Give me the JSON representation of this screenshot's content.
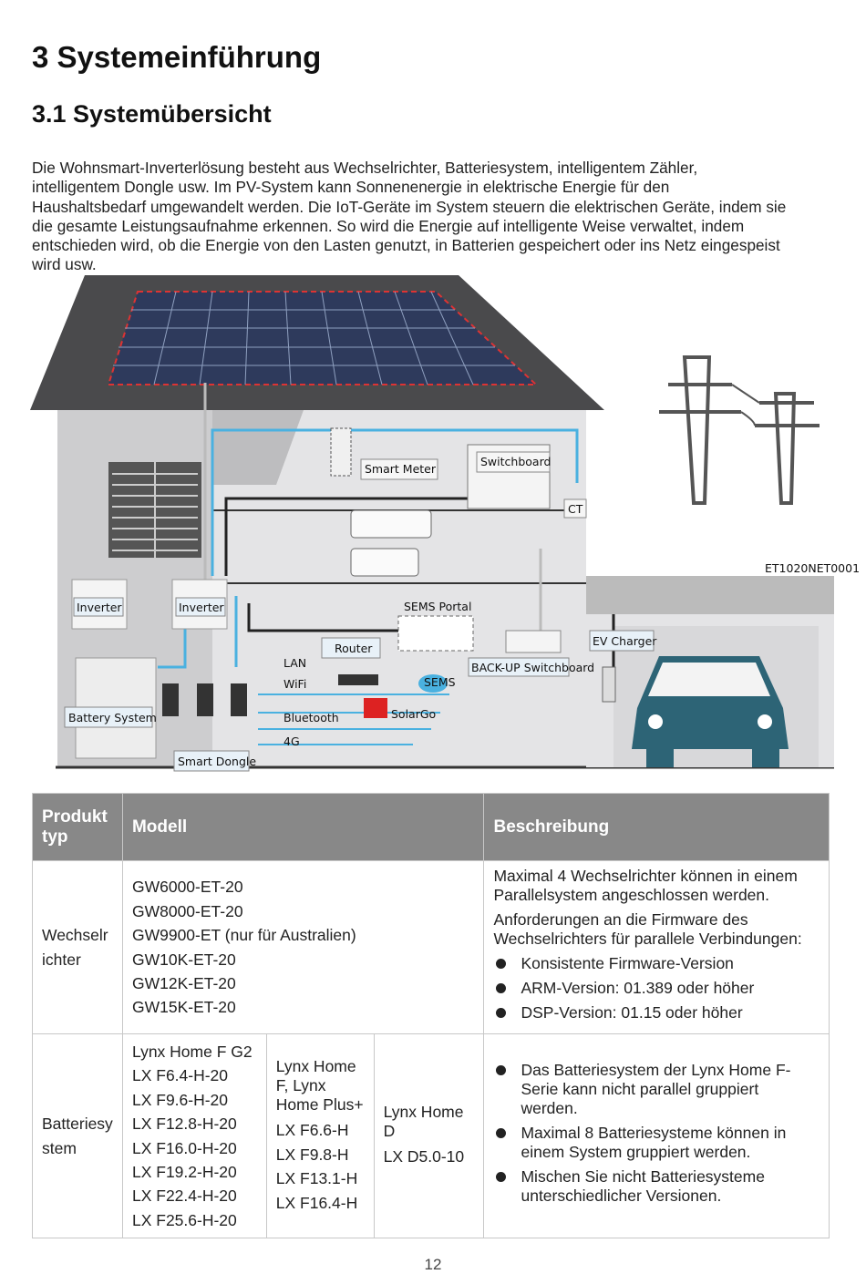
{
  "heading1": "3 Systemeinführung",
  "heading2": "3.1 Systemübersicht",
  "intro_lines": [
    "Die Wohnsmart-Inverterlösung besteht aus Wechselrichter, Batteriesystem, intelligentem Zähler,",
    "intelligentem Dongle usw. Im PV-System kann Sonnenenergie in elektrische Energie für den",
    "Haushaltsbedarf umgewandelt werden. Die IoT-Geräte im System steuern die elektrischen Geräte, indem sie",
    "die gesamte Leistungsaufnahme erkennen. So wird die Energie auf intelligente Weise verwaltet, indem",
    "entschieden wird, ob die Energie von den Lasten genutzt, in Batterien gespeichert oder ins Netz eingespeist",
    "wird usw."
  ],
  "diagram": {
    "code": "ET1020NET0001",
    "smart_meter": "Smart Meter",
    "switchboard": "Switchboard",
    "ct": "CT",
    "inverter1": "Inverter",
    "inverter2": "Inverter",
    "sems_portal": "SEMS Portal",
    "router": "Router",
    "backup_switchboard": "BACK-UP Switchboard",
    "ev_charger": "EV Charger",
    "battery_system": "Battery System",
    "smart_dongle": "Smart Dongle",
    "lan": "LAN",
    "wifi": "WiFi",
    "bluetooth": "Bluetooth",
    "four_g": "4G",
    "solargo": "SolarGo",
    "sems": "SEMS"
  },
  "table": {
    "headers": {
      "type": "Produkt typ",
      "model": "Modell",
      "desc": "Beschreibung"
    },
    "inverter_row": {
      "type": "Wechselr ichter",
      "models": [
        "GW6000-ET-20",
        "GW8000-ET-20",
        "GW9900-ET (nur für Australien)",
        "GW10K-ET-20",
        "GW12K-ET-20",
        "GW15K-ET-20"
      ],
      "desc_p1": "Maximal 4 Wechselrichter können in einem Parallelsystem angeschlossen werden.",
      "desc_p2": "Anforderungen an die Firmware des Wechselrichters für parallele Verbindungen:",
      "bullets": [
        "Konsistente Firmware-Version",
        "ARM-Version: 01.389 oder höher",
        "DSP-Version: 01.15 oder höher"
      ]
    },
    "battery_row": {
      "type": "Batteriesy stem",
      "col1": [
        "Lynx Home F G2",
        "LX F6.4-H-20",
        "LX F9.6-H-20",
        "LX F12.8-H-20",
        "LX F16.0-H-20",
        "LX F19.2-H-20",
        "LX F22.4-H-20",
        "LX F25.6-H-20"
      ],
      "col2_title": "Lynx Home F, Lynx Home Plus+",
      "col2": [
        "LX F6.6-H",
        "LX F9.8-H",
        "LX F13.1-H",
        "LX F16.4-H"
      ],
      "col3_title": "Lynx Home D",
      "col3": [
        "LX D5.0-10"
      ],
      "bullets": [
        "Das Batteriesystem der Lynx Home F-Serie kann nicht parallel gruppiert werden.",
        "Maximal 8 Batteriesysteme können in einem System gruppiert werden.",
        "Mischen Sie nicht Batteriesysteme unterschiedlicher Versionen."
      ]
    }
  },
  "page_number": "12"
}
